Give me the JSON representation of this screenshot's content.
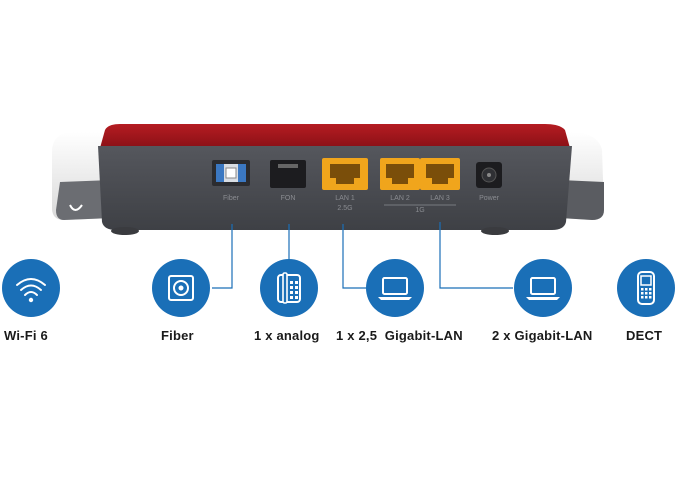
{
  "router": {
    "ports": [
      {
        "id": "fiber",
        "label": "Fiber"
      },
      {
        "id": "fon",
        "label": "FON"
      },
      {
        "id": "lan1",
        "label": "LAN 1",
        "sublabel": "2.5G"
      },
      {
        "id": "lan2",
        "label": "LAN 2"
      },
      {
        "id": "lan3",
        "label": "LAN 3"
      },
      {
        "id": "power",
        "label": "Power"
      }
    ],
    "lan_group_label": "1G"
  },
  "features": [
    {
      "id": "wifi",
      "label": "Wi-Fi 6",
      "icon": "wifi-icon"
    },
    {
      "id": "fiber",
      "label": "Fiber",
      "icon": "fiber-port-icon"
    },
    {
      "id": "analog",
      "label": "1 x analog",
      "icon": "phone-icon"
    },
    {
      "id": "lan25",
      "label": "1 x 2,5  Gigabit-LAN",
      "icon": "laptop-icon"
    },
    {
      "id": "lan",
      "label": "2 x Gigabit-LAN",
      "icon": "laptop-icon"
    },
    {
      "id": "dect",
      "label": "DECT",
      "icon": "dect-handset-icon"
    }
  ],
  "colors": {
    "icon_blue": "#1a6fb7",
    "router_red": "#a3161d",
    "router_gray": "#4a4c52",
    "lan_yellow": "#f0a51c"
  }
}
